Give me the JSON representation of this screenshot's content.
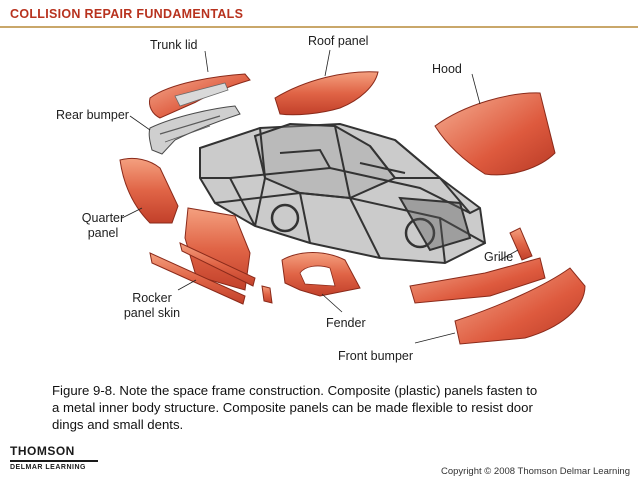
{
  "header": {
    "title": "COLLISION REPAIR FUNDAMENTALS"
  },
  "diagram": {
    "labels": {
      "trunk_lid": "Trunk lid",
      "roof_panel": "Roof panel",
      "hood": "Hood",
      "rear_bumper": "Rear bumper",
      "quarter_panel_line1": "Quarter",
      "quarter_panel_line2": "panel",
      "grille": "Grille",
      "rocker_panel_line1": "Rocker",
      "rocker_panel_line2": "panel skin",
      "fender": "Fender",
      "front_bumper": "Front bumper"
    }
  },
  "caption": {
    "line1": "Figure 9-8.  Note the space frame construction.  Composite (plastic) panels fasten to",
    "line2": "a metal inner body structure.  Composite panels can be made flexible to resist door",
    "line3": "dings and small dents."
  },
  "footer": {
    "logo_brand": "THOMSON",
    "logo_sub": "DELMAR LEARNING",
    "copyright": "Copyright © 2008 Thomson Delmar Learning"
  },
  "colors": {
    "panel": "#d9533a",
    "panel_light": "#f08f6e",
    "frame": "#3a3a3a",
    "title": "#b8321e"
  }
}
